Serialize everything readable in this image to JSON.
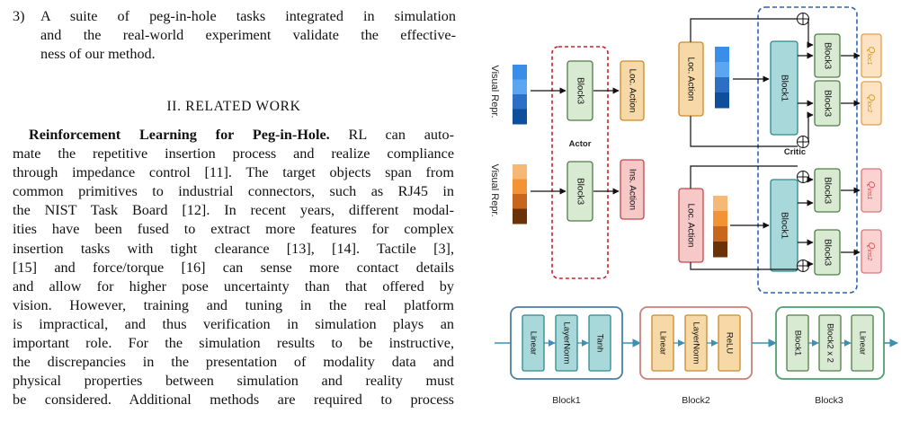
{
  "text": {
    "list_item": {
      "number": "3)",
      "lines": [
        "A suite of peg-in-hole tasks integrated in simulation",
        "and the real-world experiment validate the effective-",
        "ness of our method."
      ]
    },
    "section_heading": "II. RELATED WORK",
    "paragraph": {
      "bold_lead": "Reinforcement Learning for Peg-in-Hole.",
      "lines": [
        " RL can auto-",
        "mate the repetitive insertion process and realize compliance",
        "through impedance control [11]. The target objects span from",
        "common primitives to industrial connectors, such as RJ45 in",
        "the NIST Task Board [12]. In recent years, different modal-",
        "ities have been fused to extract more features for complex",
        "insertion tasks with tight clearance [13], [14]. Tactile [3],",
        "[15] and force/torque [16] can sense more contact details",
        "and allow for higher pose uncertainty than that offered by",
        "vision. However, training and tuning in the real platform",
        "is impractical, and thus verification in simulation plays an",
        "important role. For the simulation results to be instructive,",
        "the discrepancies in the presentation of modality data and",
        "physical properties between simulation and reality must",
        "be considered. Additional methods are required to process"
      ]
    }
  },
  "figure": {
    "visual_repr_label": "Visual Repr.",
    "actor_label": "Actor",
    "critic_label": "Critic",
    "block3_label": "Block3",
    "block1_label": "Block1",
    "loc_action_label": "Loc. Action",
    "ins_action_label": "Ins. Action",
    "q_loc1": "Q",
    "q_loc1_sub": "loc1",
    "q_loc2": "Q",
    "q_loc2_sub": "loc2",
    "q_ins1": "Q",
    "q_ins1_sub": "ins1",
    "q_ins2": "Q",
    "q_ins2_sub": "ins2",
    "plus_symbol": "⊕",
    "legend": {
      "block1": {
        "title": "Block1",
        "layers": [
          "Linear",
          "LayerNorm",
          "Tanh"
        ]
      },
      "block2": {
        "title": "Block2",
        "layers": [
          "Linear",
          "LayerNorm",
          "ReLU"
        ]
      },
      "block3": {
        "title": "Block3",
        "layers": [
          "Block1",
          "Block2 x 2",
          "Linear"
        ]
      }
    },
    "colors": {
      "blue_stack": [
        "#3a8ee8",
        "#5aa6f0",
        "#2c6fc5",
        "#0d4f9a"
      ],
      "orange_stack": [
        "#f5b877",
        "#f39336",
        "#c9661e",
        "#6b3208"
      ],
      "actor_box": "#c4232d",
      "critic_box": "#2c62b8",
      "block_teal_fill": "#a8d8da",
      "block_teal_stroke": "#2b8a8e",
      "block_green_fill": "#d8ead2",
      "block_green_stroke": "#4e7d44",
      "loc_action_fill": "#f7d9a8",
      "loc_action_stroke": "#c98a28",
      "ins_action_fill": "#f6c8c8",
      "ins_action_stroke": "#c24747",
      "q_loc_fill": "#fde3c4",
      "q_loc_stroke": "#e2a04e",
      "q_loc_text": "#c9961e",
      "q_ins_fill": "#fbd2d2",
      "q_ins_stroke": "#d9787a",
      "q_ins_text": "#d34a4a",
      "legend1_stroke": "#4d7fa5",
      "legend2_stroke": "#c98178",
      "legend3_stroke": "#4f9f6f",
      "legend_arrow": "#3e8fb0"
    }
  }
}
